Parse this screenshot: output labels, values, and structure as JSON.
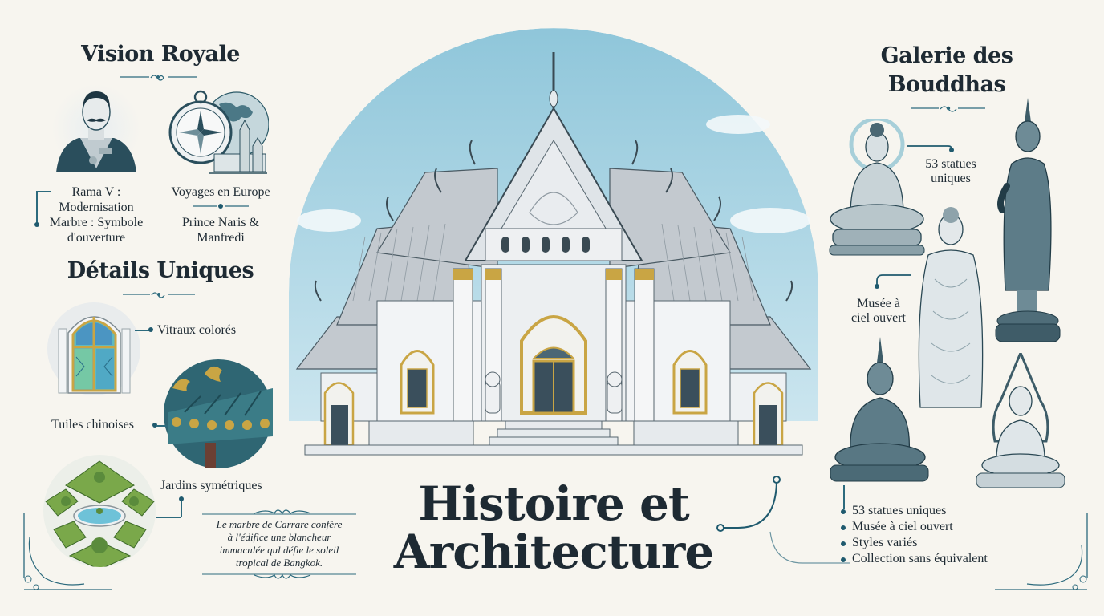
{
  "main_title": {
    "line1": "Histoire et",
    "line2": "Architecture"
  },
  "vision_royale": {
    "title": "Vision Royale",
    "portrait_caption": [
      "Rama V :",
      "Modernisation",
      "Marbre : Symbole",
      "d'ouverture"
    ],
    "travel_caption": "Voyages en Europe",
    "travel_subcaption": [
      "Prince Naris &",
      "Manfredi"
    ]
  },
  "details_uniques": {
    "title": "Détails Uniques",
    "items": [
      {
        "label": "Vitraux colorés",
        "icon": "stained-glass-window"
      },
      {
        "label": "Tuiles chinoises",
        "icon": "chinese-roof-tiles"
      },
      {
        "label": "Jardins symétriques",
        "icon": "symmetric-garden"
      }
    ]
  },
  "quote": {
    "text_lines": [
      "Le marbre de Carrare confère",
      "à l'édifice une blancheur",
      "immaculée qul défie le soleil",
      "tropical de Bangkok."
    ]
  },
  "galerie": {
    "title_line1": "Galerie des",
    "title_line2": "Bouddhas",
    "callout_1": [
      "53 statues",
      "uniques"
    ],
    "callout_2": [
      "Musée à",
      "ciel ouvert"
    ],
    "bullets": [
      "53 statues uniques",
      "Musée à ciel ouvert",
      "Styles variés",
      "Collection sans équivalent"
    ]
  },
  "colors": {
    "background": "#f7f5ef",
    "text": "#1e2a33",
    "accent_teal": "#1f5a6e",
    "sky": "#a9d3e3",
    "gold": "#c9a544",
    "marble": "#eef1f3",
    "roof": "#b8bfc6"
  }
}
